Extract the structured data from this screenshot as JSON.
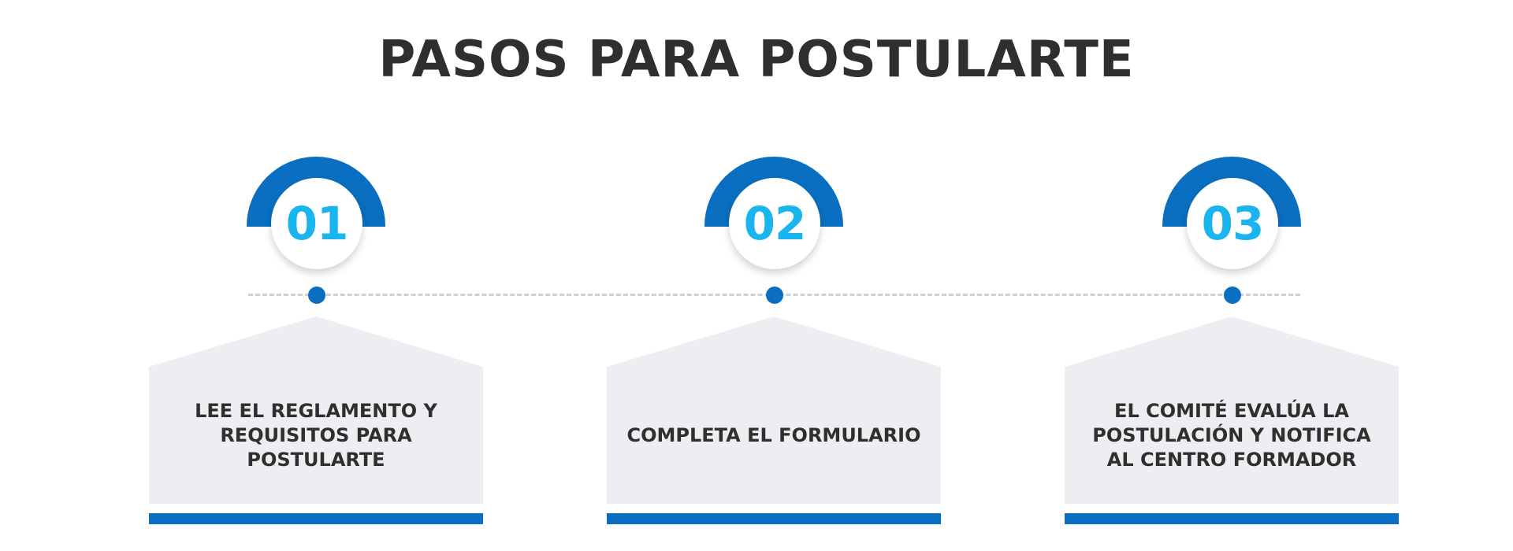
{
  "title": "PASOS PARA POSTULARTE",
  "colors": {
    "accent_blue": "#0a6fc0",
    "number_cyan": "#1ab4ef",
    "card_gray": "#eceef1",
    "text_dark": "#2f2f2f",
    "dashed_line": "#cdd1dc"
  },
  "steps": [
    {
      "number": "01",
      "text": "LEE EL REGLAMENTO Y REQUISITOS PARA POSTULARTE"
    },
    {
      "number": "02",
      "text": "COMPLETA EL FORMULARIO"
    },
    {
      "number": "03",
      "text": "EL COMITÉ EVALÚA LA POSTULACIÓN Y NOTIFICA AL CENTRO FORMADOR"
    }
  ]
}
